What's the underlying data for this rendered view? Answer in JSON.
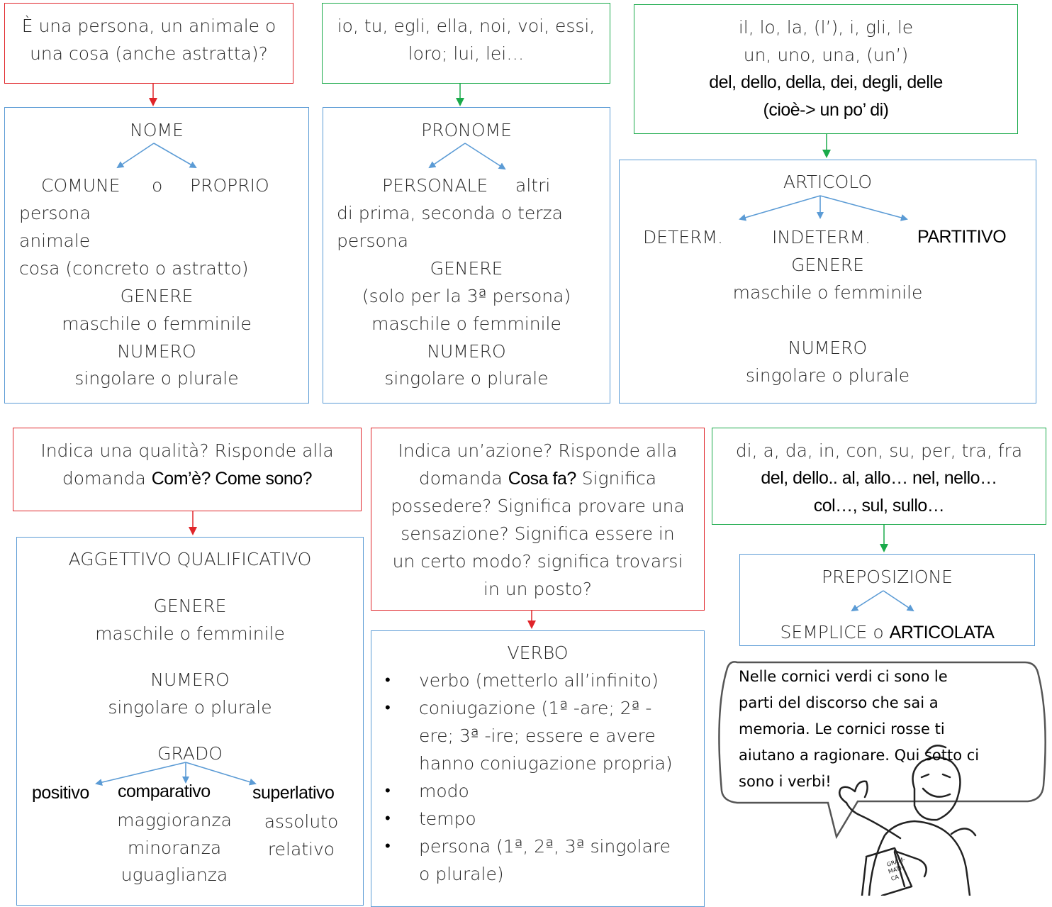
{
  "nome": {
    "question": [
      "È una persona, un animale o",
      "una cosa (anche astratta)?"
    ],
    "title": "NOME",
    "branch_left": "COMUNE",
    "branch_o": "o",
    "branch_right": "PROPRIO",
    "items": [
      "persona",
      "animale",
      "cosa (concreto o astratto)"
    ],
    "genere_label": "GENERE",
    "genere_value": "maschile o femminile",
    "numero_label": "NUMERO",
    "numero_value": "singolare o plurale"
  },
  "pronome": {
    "list": [
      "io, tu, egli, ella, noi, voi, essi,",
      "loro; lui, lei…"
    ],
    "title": "PRONOME",
    "branch_left": "PERSONALE",
    "branch_right": "altri",
    "desc": [
      "di prima, seconda o terza",
      "persona"
    ],
    "genere_label": "GENERE",
    "genere_note": "(solo per la 3ª persona)",
    "genere_value": "maschile o femminile",
    "numero_label": "NUMERO",
    "numero_value": "singolare o plurale"
  },
  "articolo": {
    "list_line1": "il, lo, la, (l’), i, gli, le",
    "list_line2": "un, uno, una, (un’)",
    "list_line3": "del, dello, della, dei, degli, delle",
    "list_line4": "(cioè-> un po’ di)",
    "title": "ARTICOLO",
    "branch_left": "DETERM.",
    "branch_mid": "INDETERM.",
    "branch_right": "PARTITIVO",
    "genere_label": "GENERE",
    "genere_value": "maschile o femminile",
    "numero_label": "NUMERO",
    "numero_value": "singolare o plurale"
  },
  "aggettivo": {
    "question_a": "Indica una qualità? Risponde alla",
    "question_b": "domanda ",
    "question_bold": "Com’è? Come sono?",
    "title": "AGGETTIVO QUALIFICATIVO",
    "genere_label": "GENERE",
    "genere_value": "maschile o femminile",
    "numero_label": "NUMERO",
    "numero_value": "singolare o plurale",
    "grado_label": "GRADO",
    "grado_left": "positivo",
    "grado_mid": "comparativo",
    "grado_right": "superlativo",
    "comparativo_items": [
      "maggioranza",
      "minoranza",
      "uguaglianza"
    ],
    "superlativo_items": [
      "assoluto",
      "relativo"
    ]
  },
  "verbo": {
    "question_a": "Indica un’azione? Risponde alla",
    "question_b": "domanda ",
    "question_bold": "Cosa fa?",
    "question_c": " Significa",
    "question_rest": [
      "possedere? Significa provare una",
      "sensazione? Significa essere in",
      "un certo modo? significa trovarsi",
      "in un posto?"
    ],
    "title": "VERBO",
    "bullets": [
      "verbo (metterlo all’infinito)",
      "coniugazione (1ª -are; 2ª -",
      "ere; 3ª -ire; essere e avere",
      "hanno coniugazione propria)",
      "modo",
      "tempo",
      "persona (1ª, 2ª, 3ª singolare",
      "o plurale)"
    ]
  },
  "preposizione": {
    "list_line1": "di, a, da, in, con, su, per, tra, fra",
    "list_line2": "del, dello.. al, allo… nel, nello…",
    "list_line3": "col…, sul, sullo…",
    "title": "PREPOSIZIONE",
    "branch_left": "SEMPLICE",
    "branch_o": " o ",
    "branch_right": "ARTICOLATA"
  },
  "bubble": {
    "lines": [
      "Nelle cornici verdi ci sono le",
      "parti del discorso che sai a",
      "memoria. Le cornici rosse ti",
      "aiutano a ragionare. Qui sotto ci",
      "sono i verbi!"
    ]
  },
  "book": {
    "lines": [
      "GRAM-",
      "MATI-",
      "CA"
    ]
  },
  "colors": {
    "red_frame": "#e0252a",
    "green_frame": "#1aaa4a",
    "blue_frame": "#5b9bd5"
  }
}
